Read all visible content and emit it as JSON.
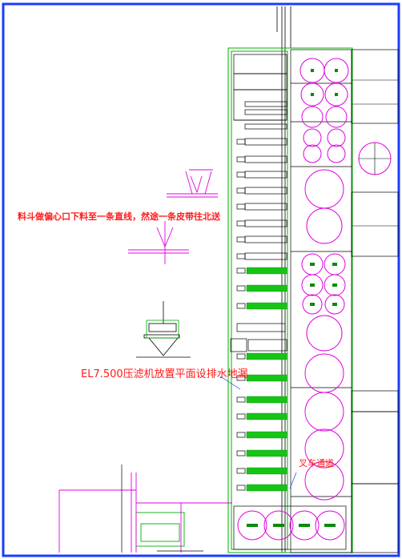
{
  "drawing": {
    "annotations": {
      "hopper_note": "料斗做偏心口下料至一条直线，然途一条皮带往北送",
      "el_note": "EL7.500压滤机放置平面设排水地漏",
      "aisle_note": "叉车通道"
    }
  },
  "colors": {
    "border": "#1a3cff",
    "line": "#000000",
    "equipment_circle": "#e000e0",
    "conveyor": "#16c416",
    "outline": "#00b000",
    "annotation": "#ff1a1a"
  }
}
